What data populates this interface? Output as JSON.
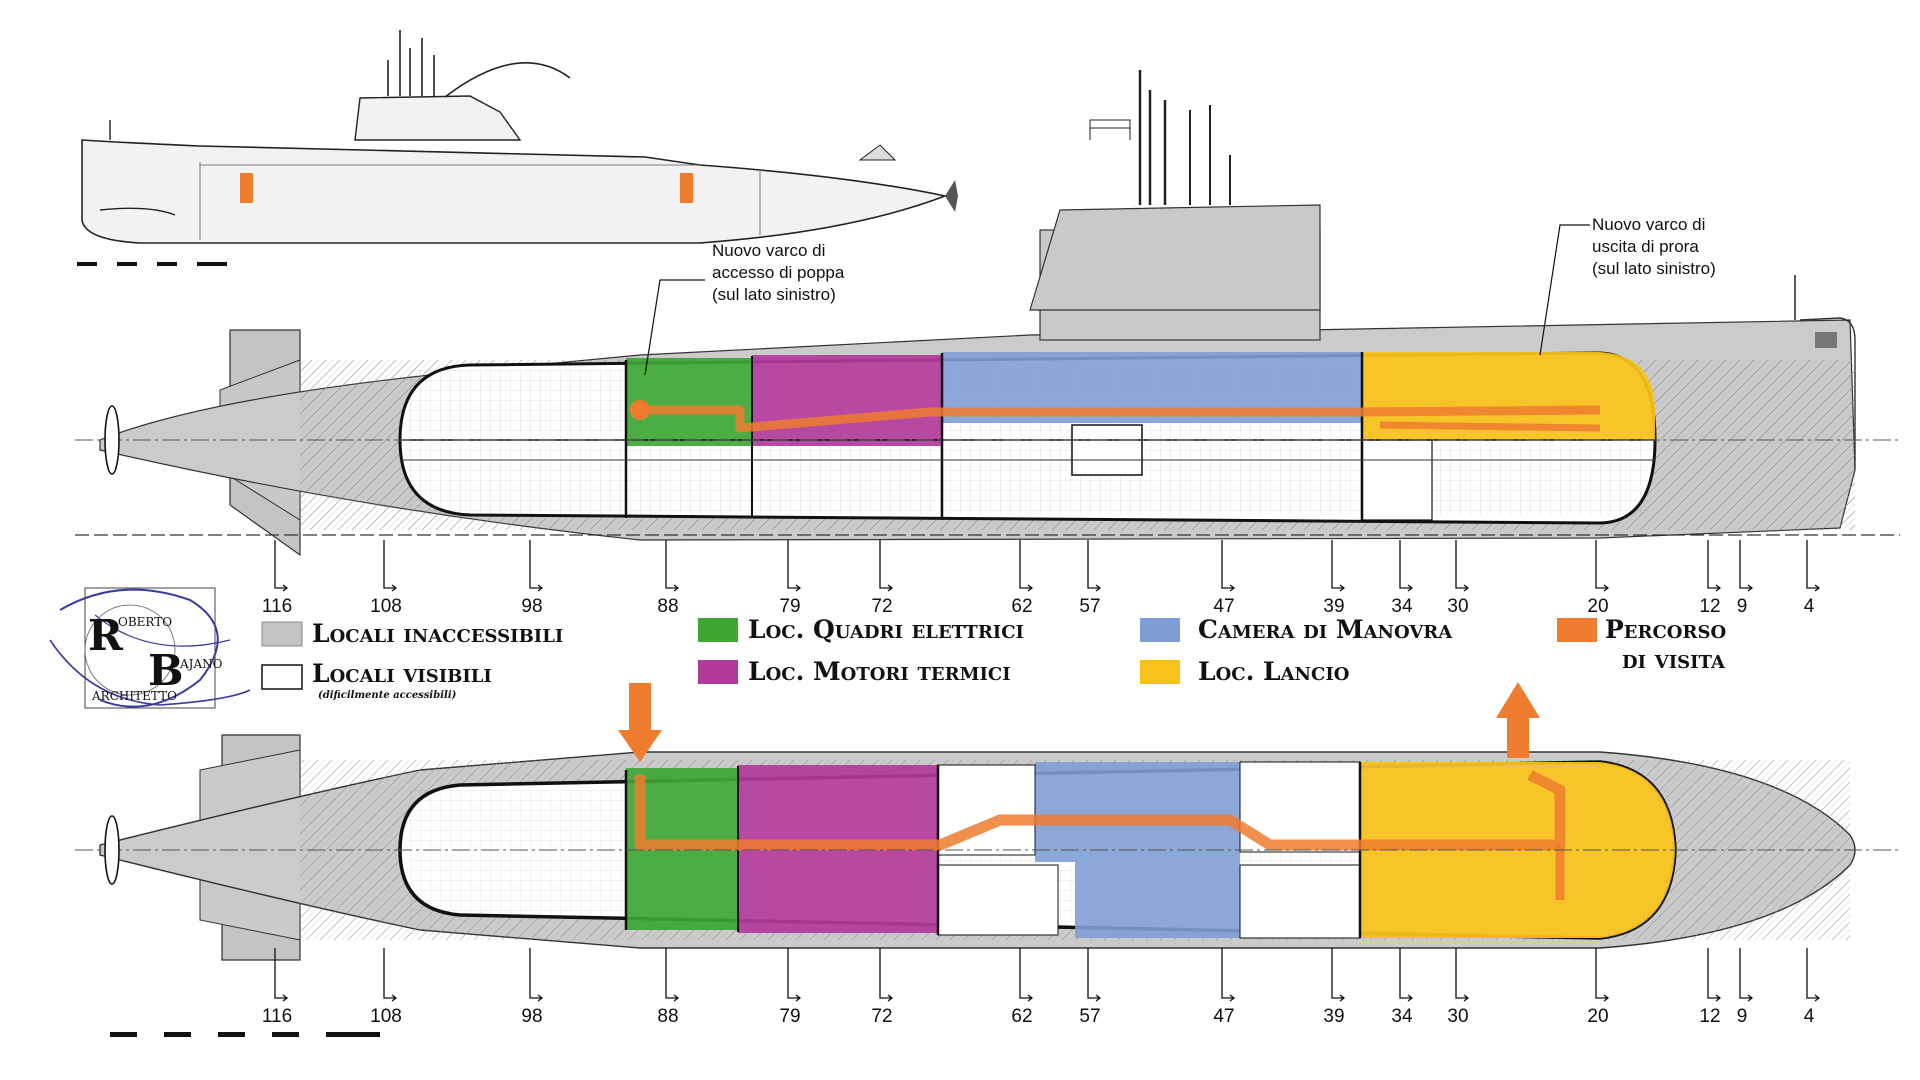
{
  "annotations": {
    "stern_access": [
      "Nuovo varco di",
      "accesso di poppa",
      "(sul lato sinistro)"
    ],
    "bow_exit": [
      "Nuovo varco di",
      "uscita di prora",
      "(sul lato sinistro)"
    ]
  },
  "frames": [
    "116",
    "108",
    "98",
    "88",
    "79",
    "72",
    "62",
    "57",
    "47",
    "39",
    "34",
    "30",
    "20",
    "12",
    "9",
    "4"
  ],
  "legend": {
    "inaccessible": "Locali inaccessibili",
    "visible": "Locali visibili",
    "visible_note": "(dificilmente accessibili)",
    "electrical": "Loc. Quadri elettrici",
    "engines": "Loc. Motori termici",
    "control": "Camera di Manovra",
    "launch": "Loc. Lancio",
    "route_line1": "Percorso",
    "route_line2": "di visita"
  },
  "logo": {
    "initial_1": "R",
    "name_1": "OBERTO",
    "initial_2": "B",
    "name_2": "AJANO",
    "title": "ARCHITETTO"
  },
  "colors": {
    "inaccessible": "#c4c4c4",
    "electrical": "#3fa535",
    "engines": "#b23a9a",
    "control": "#7f9fd4",
    "launch": "#f7c21c",
    "route": "#ef7b2f",
    "outline": "#1a1a1a"
  }
}
